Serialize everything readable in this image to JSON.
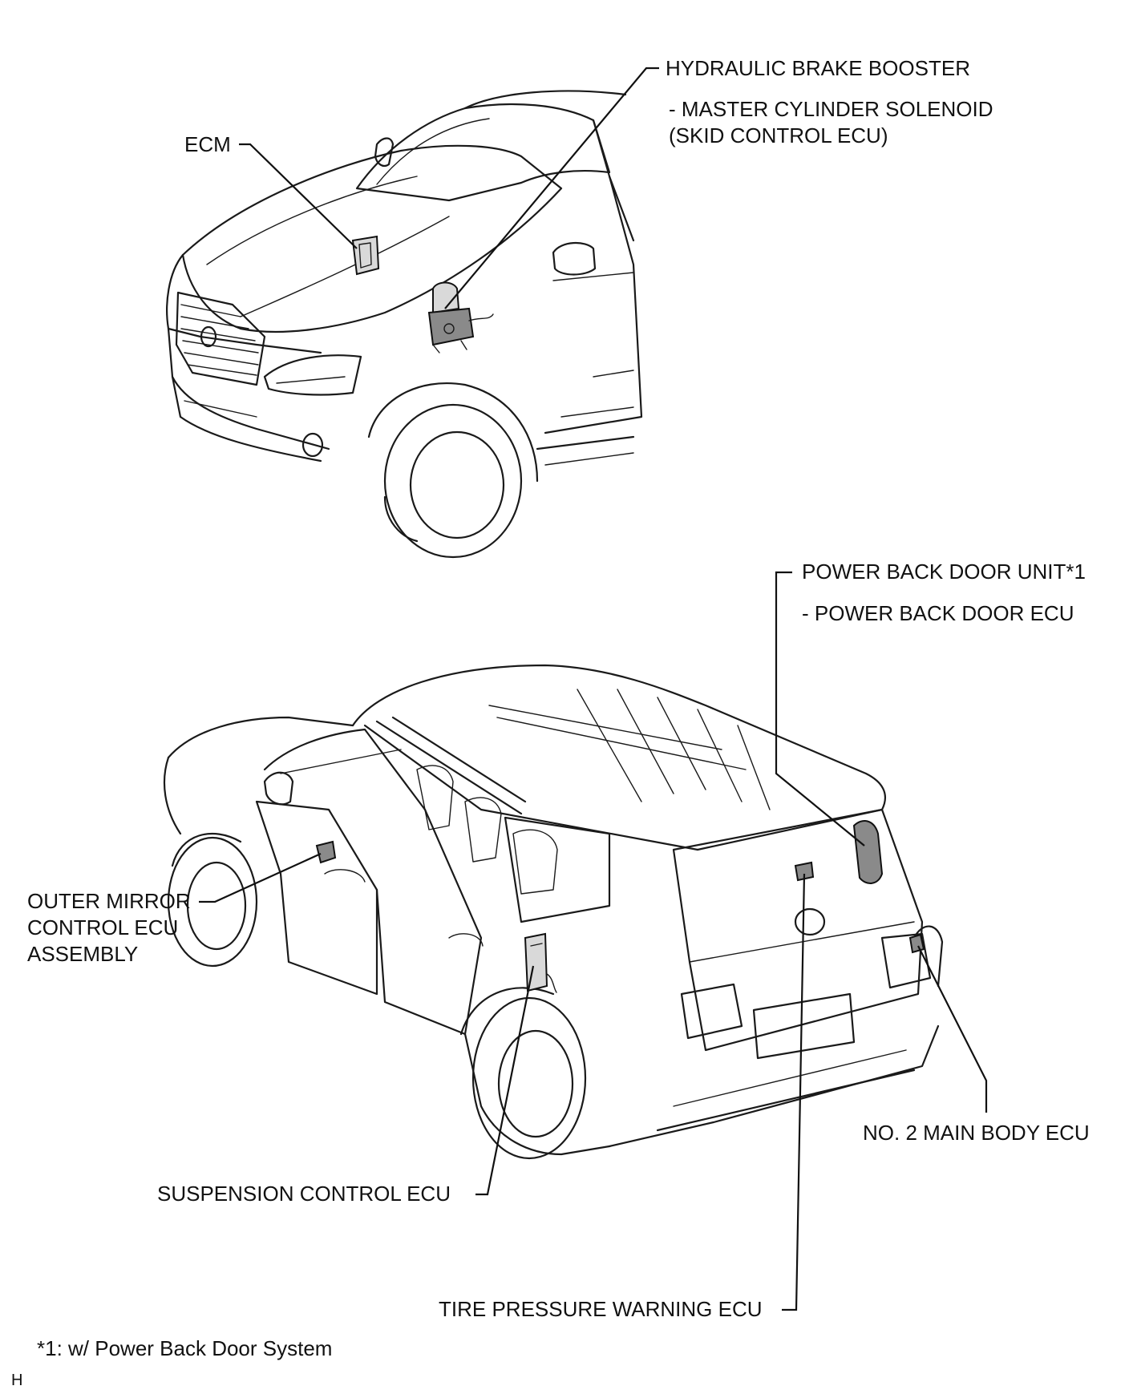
{
  "labels": {
    "ecm": "ECM",
    "hydraulic_brake_booster": "HYDRAULIC BRAKE BOOSTER",
    "master_cylinder_solenoid": "- MASTER CYLINDER SOLENOID",
    "skid_control_ecu": "(SKID CONTROL ECU)",
    "power_back_door_unit": "POWER BACK DOOR UNIT*1",
    "power_back_door_ecu": "- POWER BACK DOOR ECU",
    "outer_mirror_line1": "OUTER MIRROR",
    "outer_mirror_line2": "CONTROL ECU",
    "outer_mirror_line3": "ASSEMBLY",
    "no2_main_body_ecu": "NO. 2 MAIN BODY ECU",
    "suspension_control_ecu": "SUSPENSION CONTROL ECU",
    "tire_pressure_warning_ecu": "TIRE PRESSURE WARNING ECU"
  },
  "footnote": "*1: w/ Power Back Door System",
  "corner_mark": "H"
}
